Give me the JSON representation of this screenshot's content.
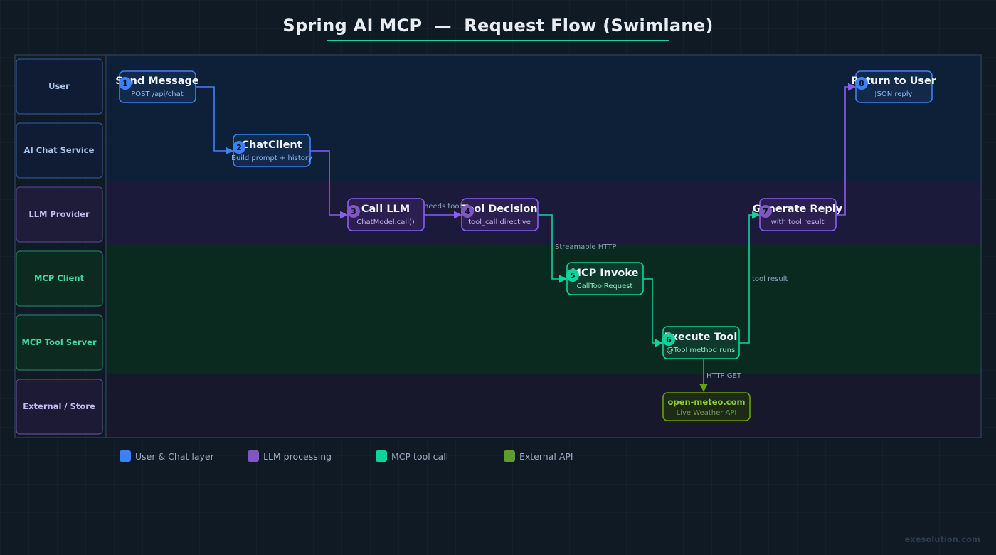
{
  "title": "Spring AI MCP  —  Request Flow (Swimlane)",
  "colors": {
    "blue": "#3b82f6",
    "purple": "#8b5cf6",
    "green": "#10d49c",
    "olive": "#65a30d"
  },
  "lanes": [
    {
      "label": "User"
    },
    {
      "label": "AI Chat Service"
    },
    {
      "label": "LLM Provider"
    },
    {
      "label": "MCP Client"
    },
    {
      "label": "MCP Tool Server"
    },
    {
      "label": "External / Store"
    }
  ],
  "nodes": [
    {
      "num": "1",
      "title": "Send Message",
      "sub": "POST /api/chat"
    },
    {
      "num": "2",
      "title": "ChatClient",
      "sub": "Build prompt + history"
    },
    {
      "num": "3",
      "title": "Call LLM",
      "sub": "ChatModel.call()"
    },
    {
      "num": "4",
      "title": "Tool Decision",
      "sub": "tool_call directive"
    },
    {
      "num": "5",
      "title": "MCP Invoke",
      "sub": "CallToolRequest"
    },
    {
      "num": "6",
      "title": "Execute Tool",
      "sub": "@Tool method runs"
    },
    {
      "num": "7",
      "title": "Generate Reply",
      "sub": "with tool result"
    },
    {
      "num": "8",
      "title": "Return to User",
      "sub": "JSON reply"
    }
  ],
  "external": {
    "title": "open-meteo.com",
    "sub": "Live Weather API"
  },
  "connector_labels": {
    "needs_tool": "needs tool",
    "streamable_http": "Streamable HTTP",
    "tool_result": "tool result",
    "http_get": "HTTP GET"
  },
  "legend": [
    {
      "label": "User & Chat layer",
      "color": "#3b82f6"
    },
    {
      "label": "LLM processing",
      "color": "#7e57c2"
    },
    {
      "label": "MCP tool call",
      "color": "#10d49c"
    },
    {
      "label": "External API",
      "color": "#5f9e2e"
    }
  ],
  "watermark": "exesolution.com"
}
